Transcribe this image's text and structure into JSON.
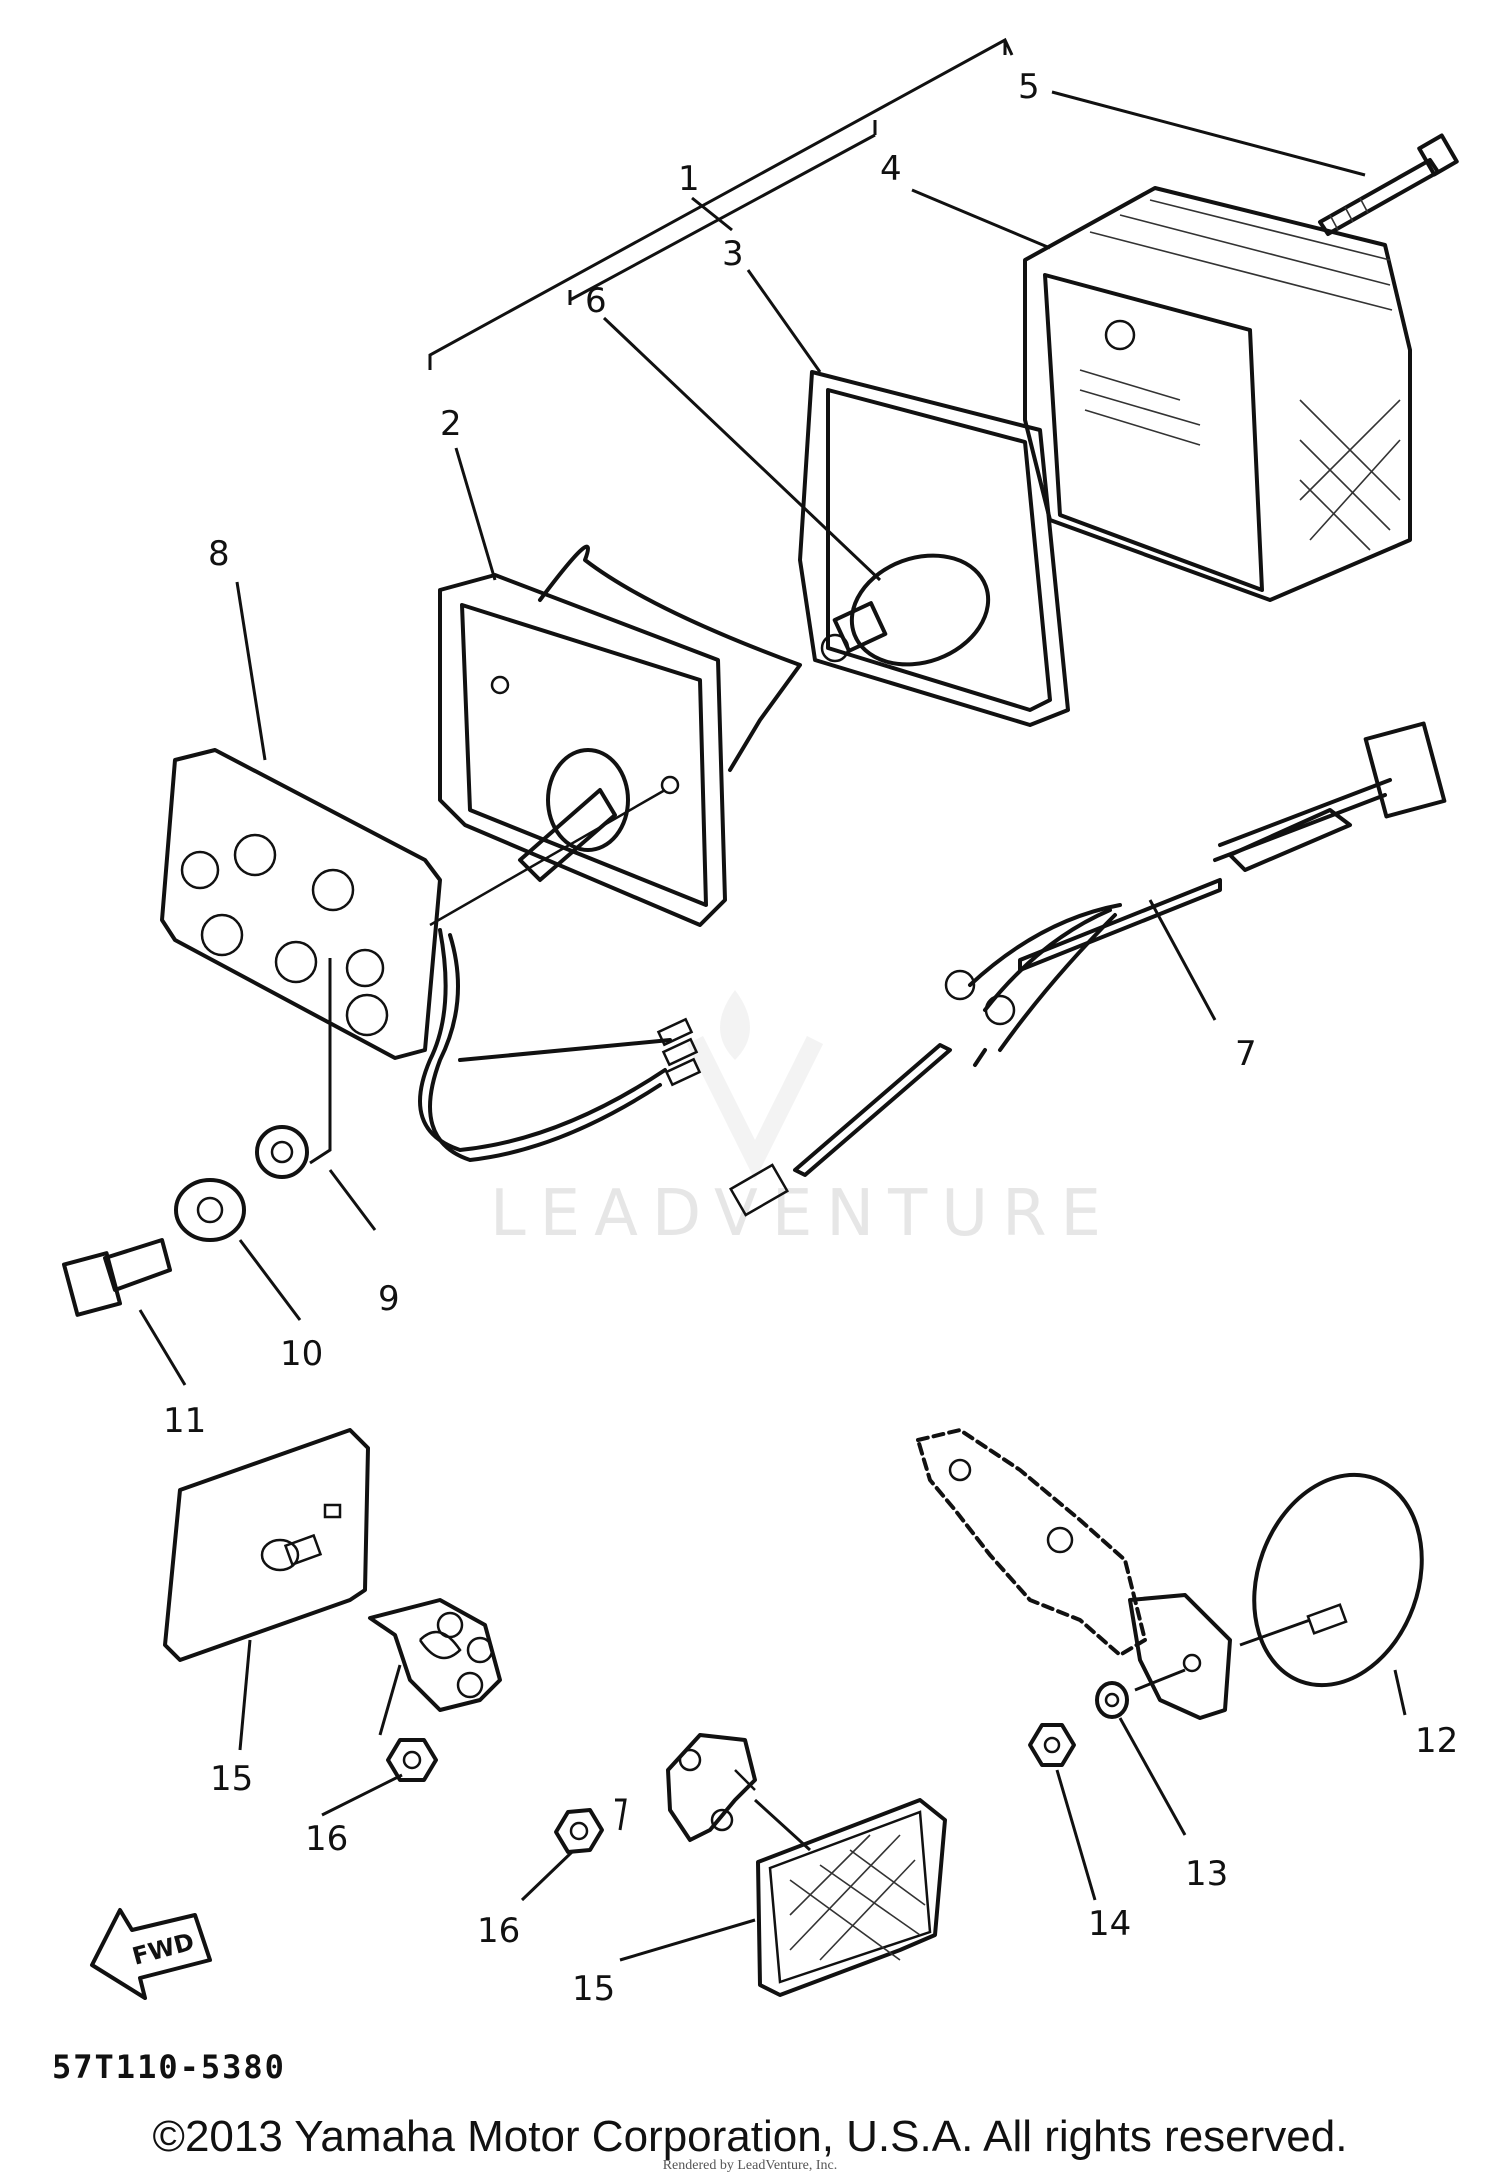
{
  "diagram_code": "57T110-5380",
  "copyright": "©2013 Yamaha Motor Corporation, U.S.A. All rights reserved.",
  "rendered_by": "Rendered by LeadVenture, Inc.",
  "watermark": "LEADVENTURE",
  "fwd_label": "FWD",
  "callouts": {
    "c1": "1",
    "c2": "2",
    "c3": "3",
    "c4": "4",
    "c5": "5",
    "c6": "6",
    "c7": "7",
    "c8": "8",
    "c9": "9",
    "c10": "10",
    "c11": "11",
    "c12": "12",
    "c13": "13",
    "c14": "14",
    "c15a": "15",
    "c15b": "15",
    "c16a": "16",
    "c16b": "16"
  }
}
